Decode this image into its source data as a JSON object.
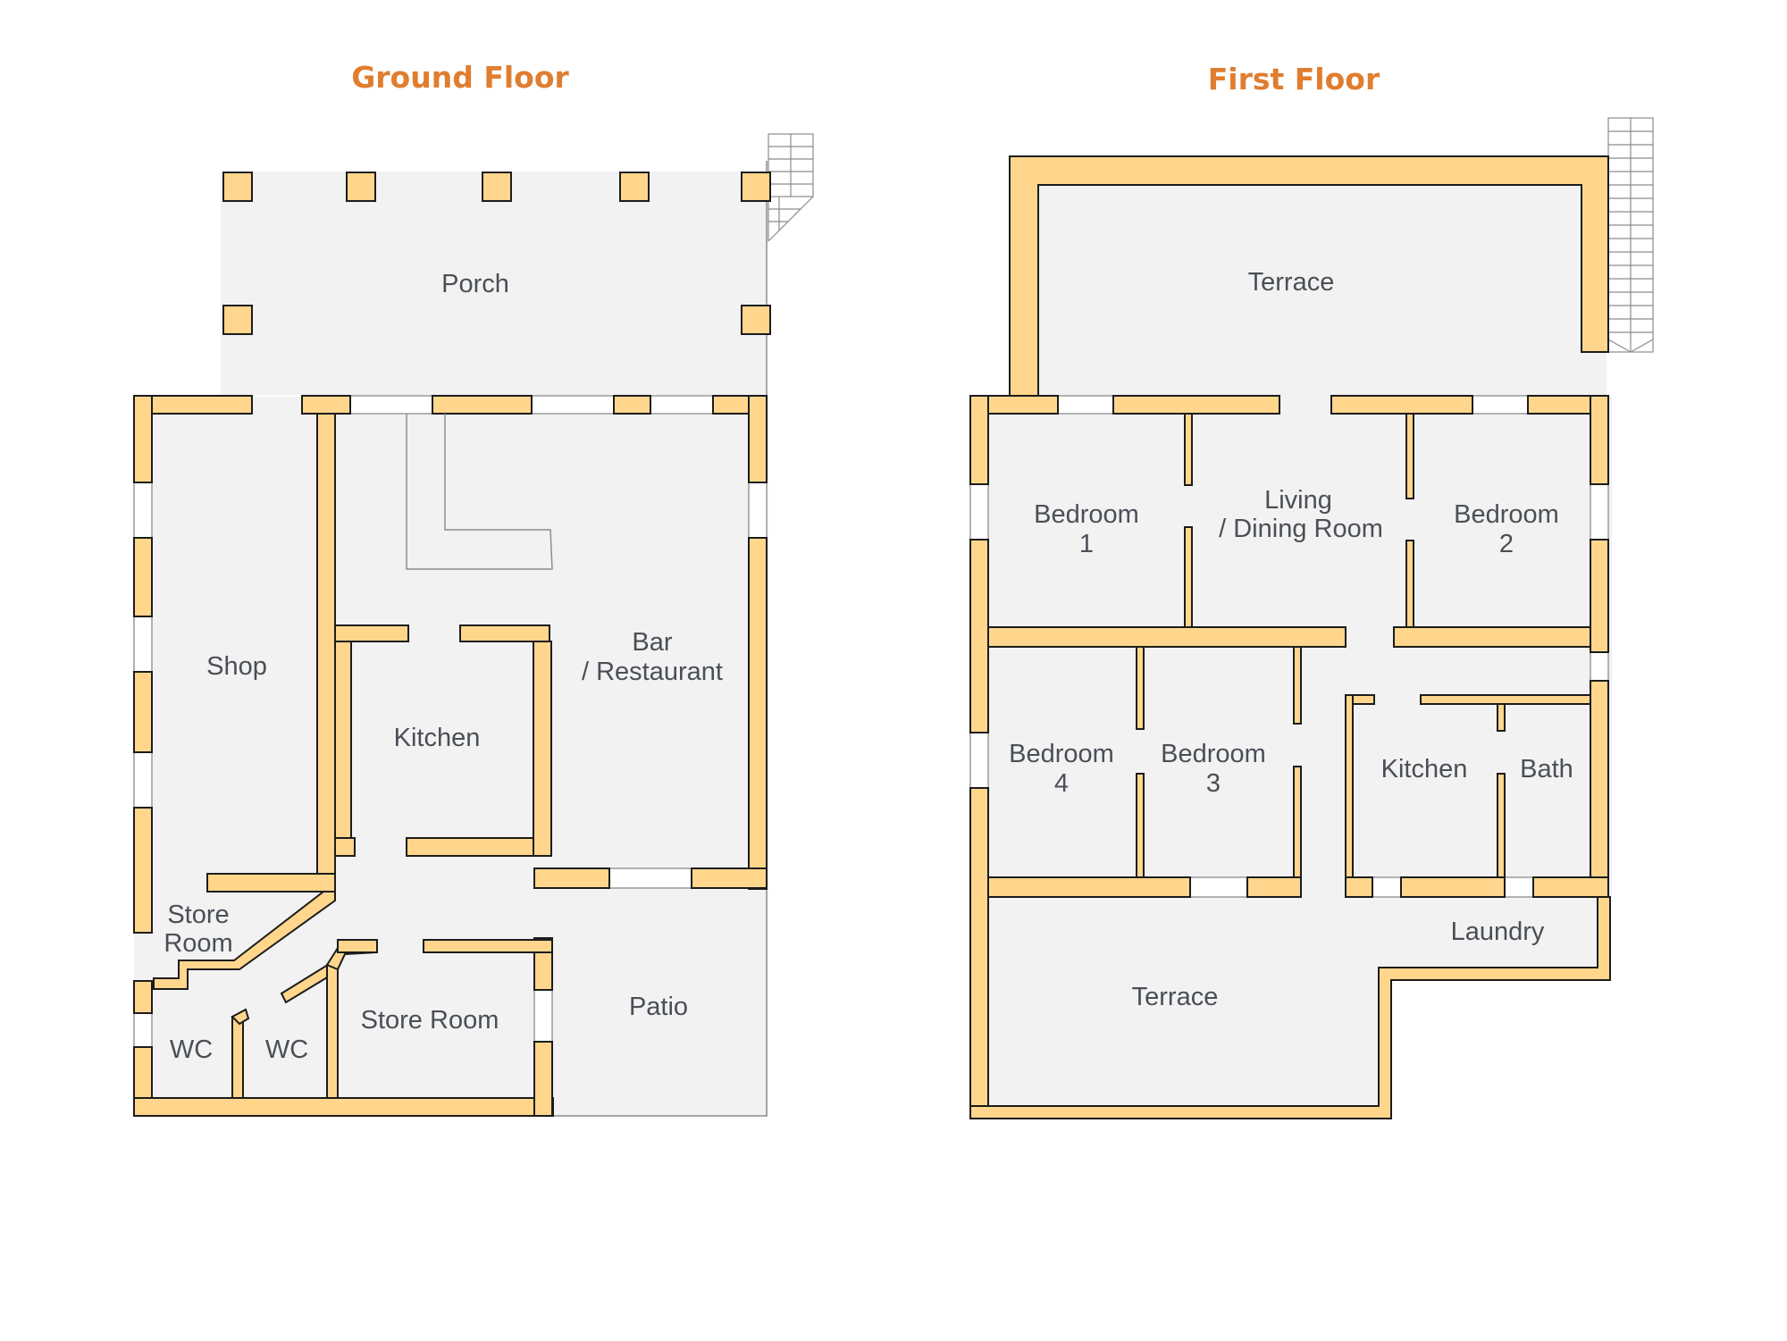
{
  "floors": {
    "ground": {
      "title": "Ground Floor",
      "rooms": {
        "porch": "Porch",
        "shop": "Shop",
        "kitchen": "Kitchen",
        "bar_line1": "Bar",
        "bar_line2": "/ Restaurant",
        "store_room_small_line1": "Store",
        "store_room_small_line2": "Room",
        "wc_1": "WC",
        "wc_2": "WC",
        "store_room": "Store Room",
        "patio": "Patio"
      }
    },
    "first": {
      "title": "First Floor",
      "rooms": {
        "terrace_top": "Terrace",
        "bedroom1_line1": "Bedroom",
        "bedroom1_line2": "1",
        "living_line1": "Living",
        "living_line2": "/ Dining Room",
        "bedroom2_line1": "Bedroom",
        "bedroom2_line2": "2",
        "bedroom4_line1": "Bedroom",
        "bedroom4_line2": "4",
        "bedroom3_line1": "Bedroom",
        "bedroom3_line2": "3",
        "kitchen": "Kitchen",
        "bath": "Bath",
        "laundry": "Laundry",
        "terrace_bottom": "Terrace"
      }
    }
  },
  "colors": {
    "wall_fill": "#ffd68c",
    "floor_fill": "#f2f2f2",
    "title": "#e07d2f",
    "label": "#4a4f57"
  }
}
